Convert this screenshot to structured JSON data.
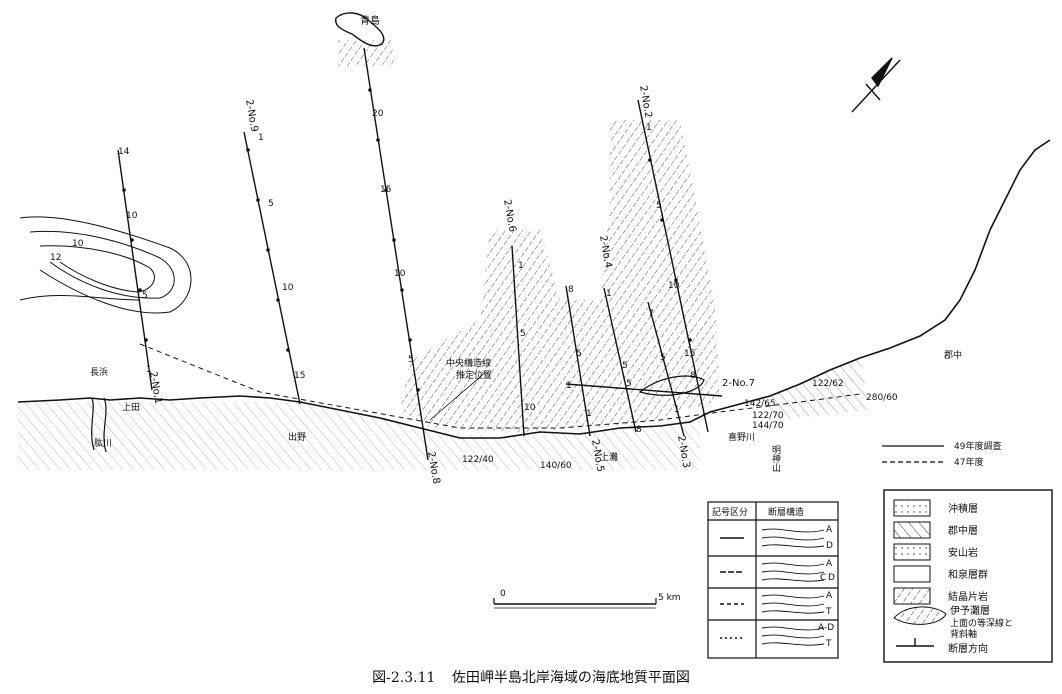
{
  "caption": {
    "figure_number": "図-2.3.11",
    "title": "佐田岬半島北岸海域の海底地質平面図"
  },
  "places": {
    "aoshima": "青島",
    "nagahama": "長浜",
    "hiji_river": "肱川",
    "kamiteda": "上田",
    "dono": "出野",
    "ujiro": "上灘",
    "kamisawa": "上灘",
    "gunchu": "郡中",
    "kishino_river": "喜野川",
    "central_structure": "中央構造線",
    "estimated_position": "推定位置",
    "meiji": "明神山"
  },
  "survey_lines": [
    {
      "id": "2-No.9",
      "ticks": [
        "1",
        "5",
        "10",
        "15"
      ]
    },
    {
      "id": "2-No.8",
      "ticks": [
        "20",
        "15",
        "10",
        "5"
      ]
    },
    {
      "id": "2-No.6",
      "ticks": [
        "1",
        "5",
        "10"
      ]
    },
    {
      "id": "2-No.5",
      "ticks": [
        "8",
        "5",
        "1"
      ]
    },
    {
      "id": "2-No.4",
      "ticks": [
        "1",
        "5",
        "8"
      ]
    },
    {
      "id": "2-No.3",
      "ticks": [
        "7",
        "5",
        "1"
      ]
    },
    {
      "id": "2-No.2",
      "ticks": [
        "1",
        "5",
        "10",
        "15"
      ]
    },
    {
      "id": "2-No.1",
      "ticks": [
        "14",
        "10",
        "5",
        "1"
      ]
    },
    {
      "id": "2-No.7",
      "ticks": [
        "1",
        "5",
        "8"
      ]
    }
  ],
  "strike_labels": [
    "122/40",
    "140/60",
    "122/62",
    "280/60",
    "142/65",
    "122/70",
    "144/70"
  ],
  "scale": {
    "zero": "0",
    "five": "5 km"
  },
  "line_legend": {
    "solid_label": "49年度調査",
    "dashed_label": "47年度"
  },
  "structure_legend": {
    "col1_header": "記号区分",
    "col2_header": "断層構造",
    "rows": [
      {
        "marks": [
          "A",
          "D"
        ]
      },
      {
        "marks": [
          "A",
          "C",
          "D"
        ]
      },
      {
        "marks": [
          "A",
          "T"
        ]
      },
      {
        "marks": [
          "A-D",
          "T"
        ]
      }
    ]
  },
  "geology_legend": [
    {
      "label": "沖積層"
    },
    {
      "label": "郡中層"
    },
    {
      "label": "安山岩"
    },
    {
      "label": "和泉層群"
    },
    {
      "label": "結晶片岩"
    },
    {
      "label": "伊予灘層"
    },
    {
      "label": "断層方向"
    }
  ],
  "geology_legend_extra": [
    "上面の等深線と",
    "背斜軸"
  ]
}
